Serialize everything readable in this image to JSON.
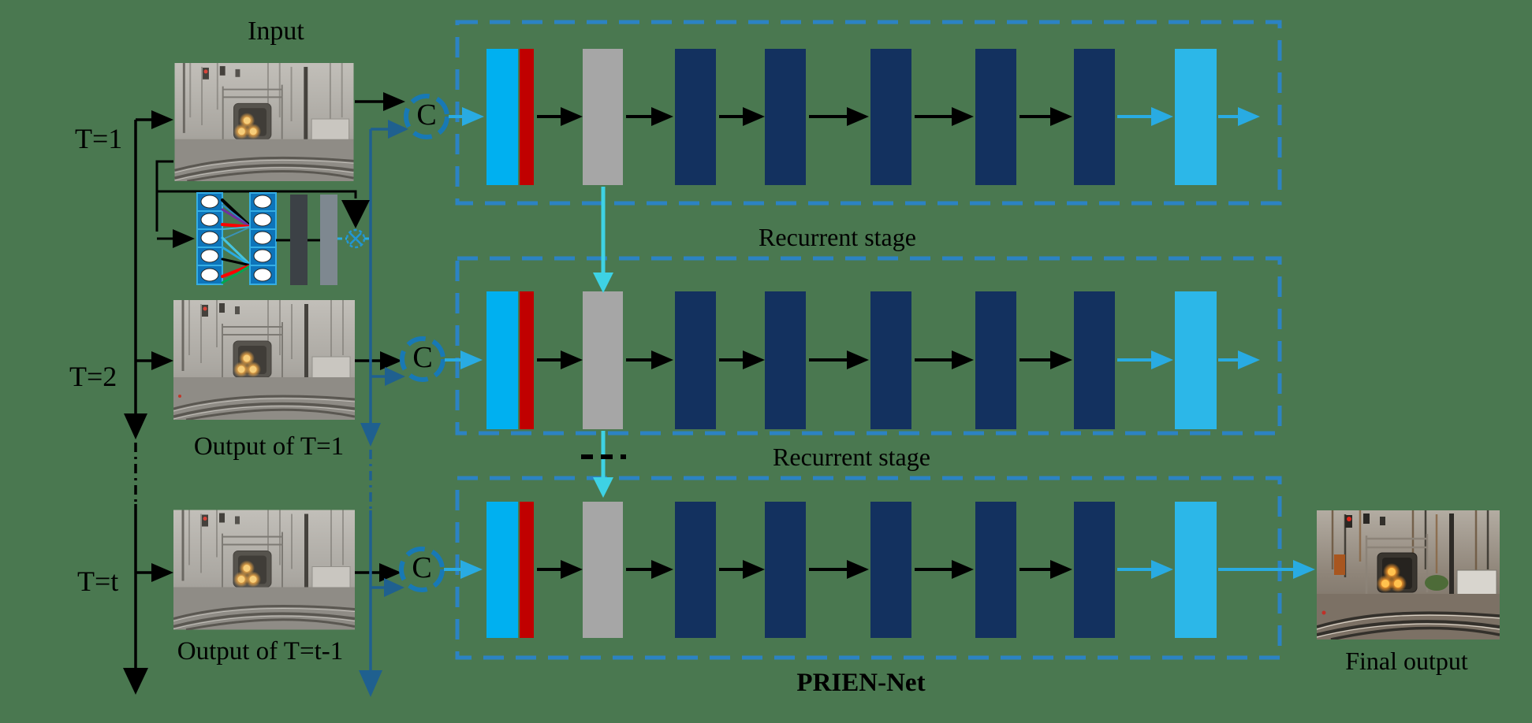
{
  "figure": {
    "network_name": "PRIEN-Net",
    "stage_name": "Recurrent stage",
    "description": "Recurrent image-enhancement network diagram with three unrolled time steps"
  },
  "labels": {
    "input": "Input",
    "t1": "T=1",
    "t2": "T=2",
    "tt": "T=t",
    "output_t1": "Output of T=1",
    "output_tt_minus_1": "Output of T=t-1",
    "final_output": "Final output",
    "recurrent_stage": "Recurrent stage",
    "prien_net": "PRIEN-Net",
    "ellipsis_between_stages": "- - -"
  },
  "operators": {
    "concat_label": "C",
    "multiply_symbol": "⊗"
  },
  "stages": {
    "count": 3,
    "block_colors": [
      "cyan",
      "red",
      "gray",
      "navy",
      "navy",
      "navy",
      "navy",
      "navy",
      "light_blue"
    ],
    "recurrent_state_link": "cyan arrow from gray block down to next stage gray block"
  },
  "colors": {
    "background": "#4a7850",
    "stage_border": "#2c83c3",
    "concat_ring": "#1879b5",
    "cyan_block": "#00b0f0",
    "red_block": "#c00000",
    "gray_block": "#a6a6a6",
    "navy_block": "#13315f",
    "light_blue_block": "#2cb7e8",
    "black": "#000000",
    "light_blue_arrow": "#29abe2",
    "teal_line": "#1f608f",
    "cyan_arrow": "#3ed2e4",
    "module_cell": "#0d74ba",
    "module_cell_border": "#35aee4",
    "dark_gray_rect": "#3c4146",
    "light_gray_rect": "#7e8890",
    "purple_line": "#7030a0",
    "green_line": "#00a651",
    "red_line": "#ff0000"
  }
}
